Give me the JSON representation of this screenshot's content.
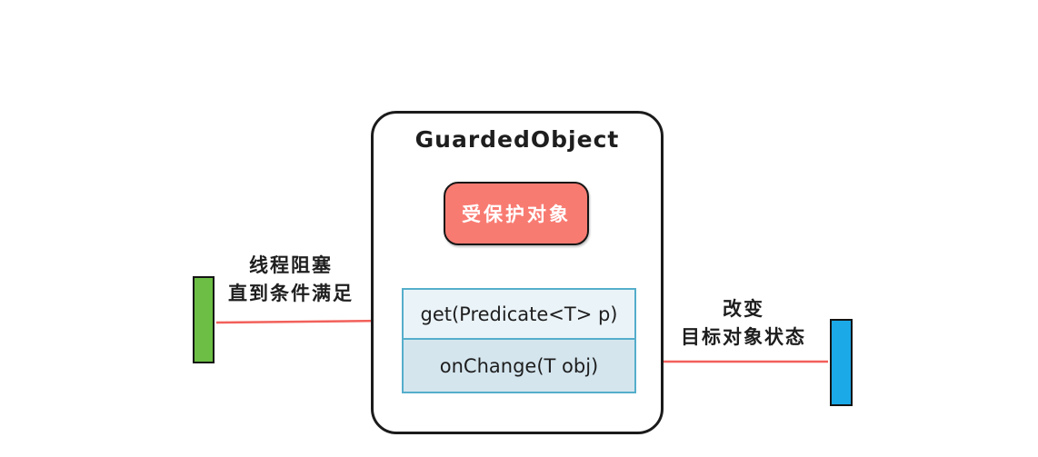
{
  "diagram": {
    "container_title": "GuardedObject",
    "protected_object_label": "受保护对象",
    "methods": [
      {
        "label": "get(Predicate<T> p)"
      },
      {
        "label": "onChange(T obj)"
      }
    ],
    "left_annotation": {
      "line1": "线程阻塞",
      "line2": "直到条件满足"
    },
    "right_annotation": {
      "line1": "改变",
      "line2": "目标对象状态"
    },
    "colors": {
      "protected_box": "#F87B72",
      "method_border": "#55AECB",
      "method_row1_bg": "#EAF3F8",
      "method_row2_bg": "#D4E5EE",
      "green_bar": "#6CBE44",
      "blue_bar": "#1BA9E8",
      "arrow": "#F2605A",
      "arrow_head": "#E84C44",
      "container_border": "#1B1B1B"
    }
  }
}
